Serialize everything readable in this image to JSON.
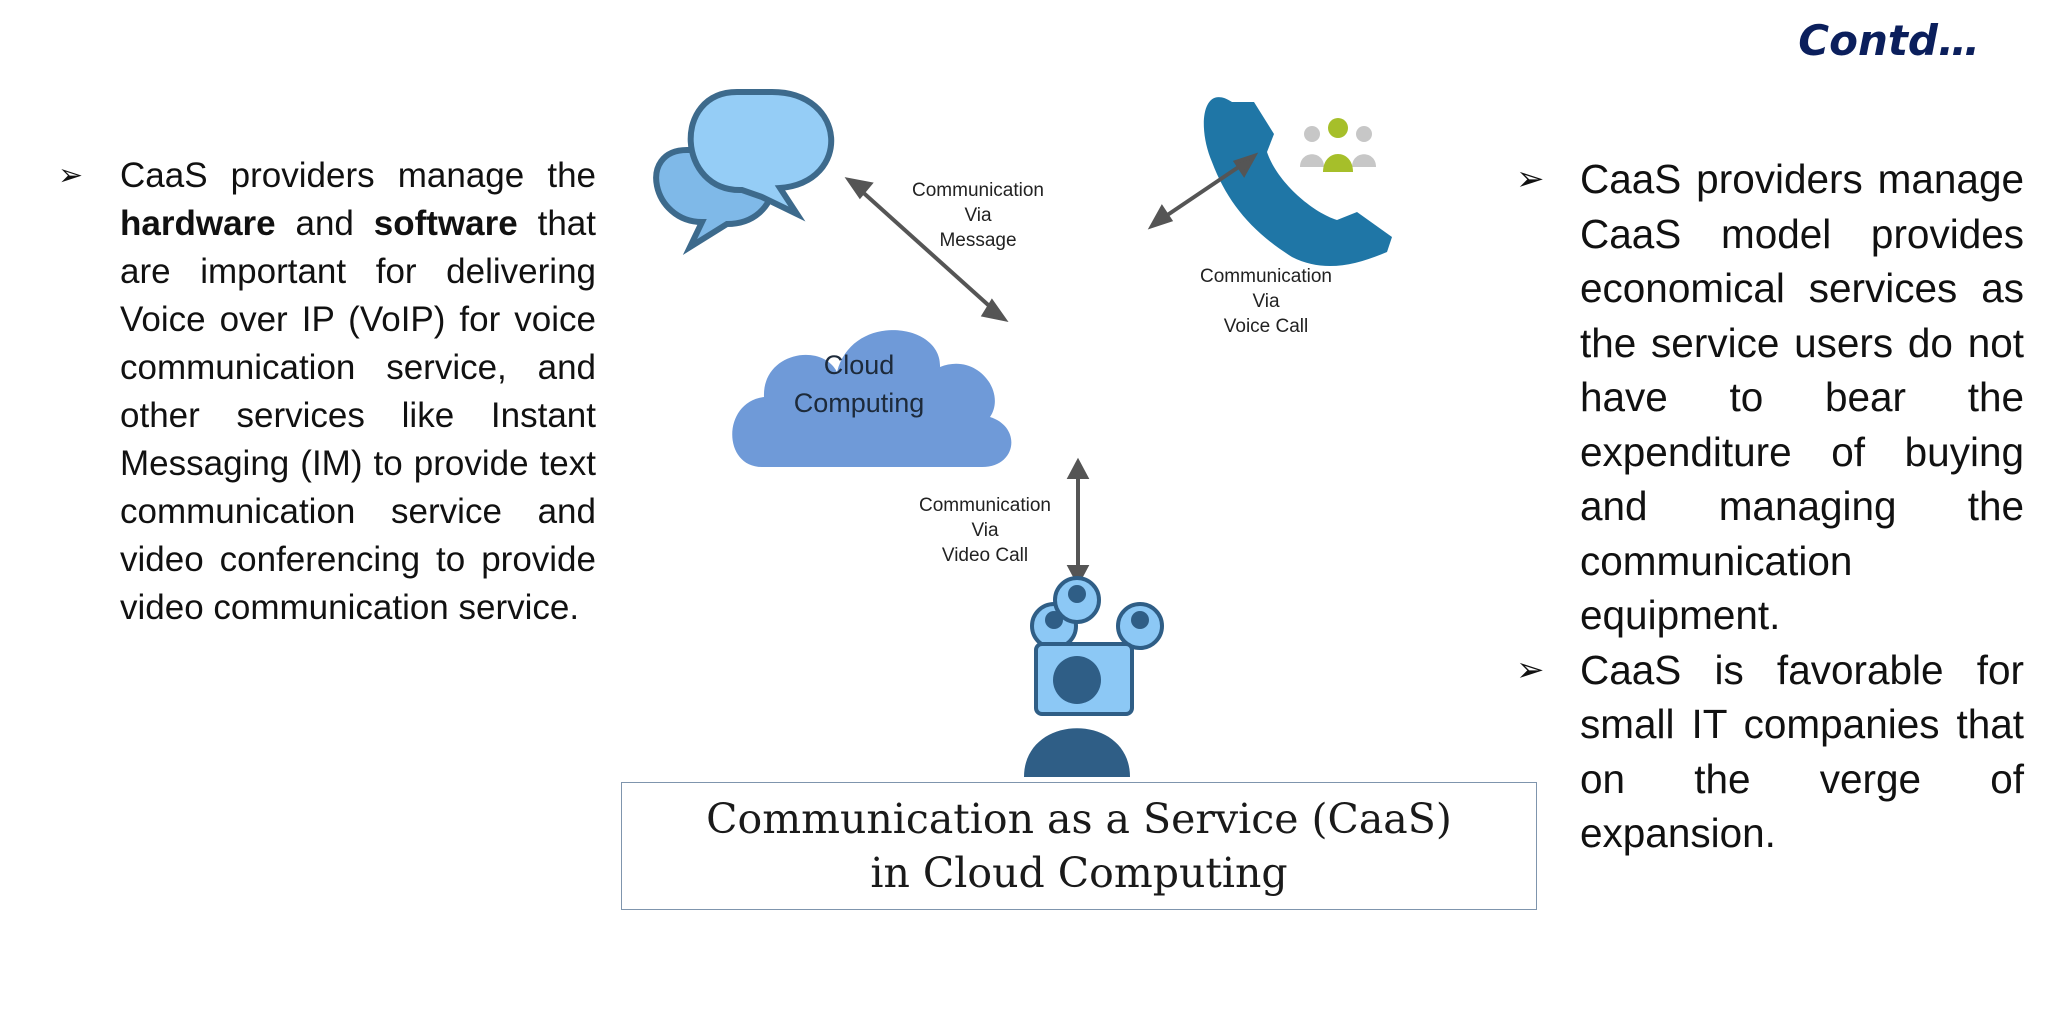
{
  "slide": {
    "title": "Contd…",
    "left_bullets": [
      {
        "parts": [
          {
            "text": "CaaS providers manage the ",
            "bold": false
          },
          {
            "text": "hardware",
            "bold": true
          },
          {
            "text": " and ",
            "bold": false
          },
          {
            "text": "software",
            "bold": true
          },
          {
            "text": " that are important for delivering Voice over IP (VoIP) for voice communication service, and other services like Instant Messaging (IM) to provide text communication service and video conferencing to provide video communication service.",
            "bold": false
          }
        ]
      }
    ],
    "right_bullets": [
      "CaaS providers manage CaaS model provides economical services as the service users do not have to bear the expenditure of buying and managing the communication equipment.",
      "CaaS is favorable for small IT companies that on the verge of expansion."
    ],
    "diagram": {
      "cloud_label_line1": "Cloud",
      "cloud_label_line2": "Computing",
      "message_label": [
        "Communication",
        "Via",
        "Message"
      ],
      "voice_label": [
        "Communication",
        "Via",
        "Voice Call"
      ],
      "video_label": [
        "Communication",
        "Via",
        "Video Call"
      ],
      "caption_line1": "Communication as a Service (CaaS)",
      "caption_line2": "in Cloud Computing",
      "icons": [
        "chat-bubbles-icon",
        "phone-icon",
        "group-icon",
        "video-conference-icon",
        "cloud-icon"
      ],
      "colors": {
        "cloud": "#6f9ad8",
        "phone": "#1f76a6",
        "bubble": "#8cc8f5",
        "person": "#2f5e86",
        "group_accent": "#a6bf2a",
        "title": "#0b1f5c"
      }
    }
  }
}
